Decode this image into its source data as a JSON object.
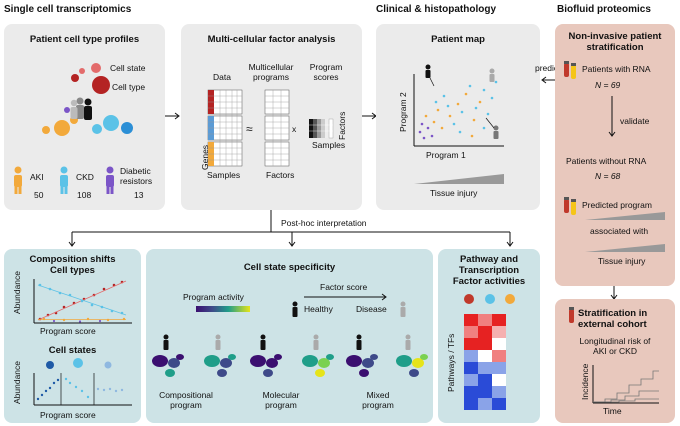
{
  "sections": {
    "single_cell": "Single cell transcriptomics",
    "clinical": "Clinical & histopathology",
    "biofluid": "Biofluid proteomics"
  },
  "profiles": {
    "title": "Patient cell type profiles",
    "cell_state": "Cell state",
    "cell_type": "Cell type",
    "groups": [
      {
        "label": "AKI",
        "count": "50",
        "color": "#f2a93b"
      },
      {
        "label": "CKD",
        "count": "108",
        "color": "#5bc2e7"
      },
      {
        "label": "Diabetic\nresistors",
        "count": "13",
        "color": "#7b55c7"
      }
    ]
  },
  "mofa": {
    "title": "Multi-cellular factor analysis",
    "data": "Data",
    "programs": "Multicellular\nprograms",
    "scores": "Program\nscores",
    "genes": "Genes",
    "samples": "Samples",
    "factors": "Factors",
    "factors_side": "Factors",
    "samples2": "Samples",
    "approx": "≈",
    "times": "x"
  },
  "patient_map": {
    "title": "Patient map",
    "xlabel": "Program 1",
    "ylabel": "Program 2",
    "injury": "Tissue injury"
  },
  "stratification": {
    "title": "Non-invasive patient\nstratification",
    "predict": "predict",
    "with_rna": "Patients with RNA",
    "n1": "N = 69",
    "validate": "validate",
    "without_rna": "Patients without RNA",
    "n2": "N = 68",
    "predicted": "Predicted program",
    "associated": "associated with",
    "injury": "Tissue injury"
  },
  "external": {
    "title": "Stratification in\nexternal cohort",
    "subtitle": "Longitudinal risk of\nAKI or CKD",
    "ylabel": "Incidence",
    "xlabel": "Time"
  },
  "posthoc": "Post-hoc interpretation",
  "composition": {
    "title": "Composition shifts",
    "cell_types": "Cell types",
    "cell_states": "Cell states",
    "ylabel": "Abundance",
    "xlabel": "Program score",
    "ylabel2": "Abundance",
    "xlabel2": "Program score"
  },
  "specificity": {
    "title": "Cell state specificity",
    "activity": "Program activity",
    "factor_score": "Factor score",
    "healthy": "Healthy",
    "disease": "Disease",
    "umaps": [
      "Compositional\nprogram",
      "Molecular\nprogram",
      "Mixed\nprogram"
    ]
  },
  "pathways": {
    "title": "Pathway and\nTranscription\nFactor activities",
    "ylabel": "Pathways / TFs"
  }
}
